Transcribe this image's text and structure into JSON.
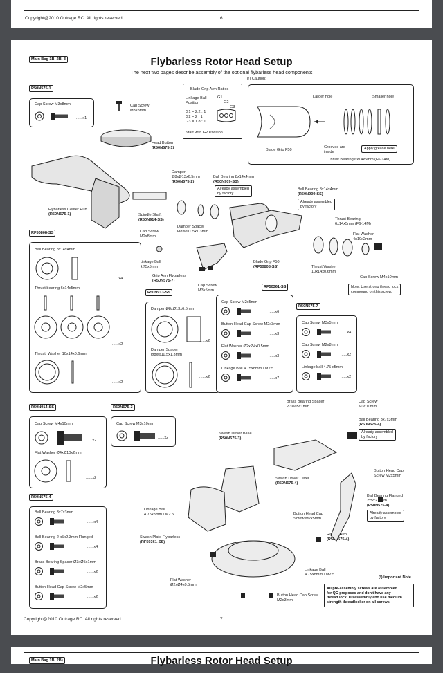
{
  "prev_page": {
    "footer_left": "Copyright@2010 Outrage RC. All rights reserved",
    "footer_page": "6"
  },
  "main": {
    "bag_tag": "Main Bag 1B, 2B, 3",
    "title": "Flybarless Rotor Head Setup",
    "subtitle": "The next two pages describe assembly of the optional flybarless head components",
    "caution": "(!) Caution:",
    "ratio_box": {
      "title": "Blade Grip Arm Ratios",
      "pos_label": "Linkage Ball\nPosition",
      "g_labels": [
        "G1",
        "G2",
        "G3"
      ],
      "ratios": "G1 = 2.2 : 1\nG2 = 2 : 1\nG3 = 1.8 : 1",
      "start": "Start with G2 Position"
    },
    "caution_box": {
      "larger_hole": "Larger hole",
      "smaller_hole": "Smaller hole",
      "blade_grip": "Blade Grip F50",
      "grooves": "Grooves are\ninside",
      "grease": "Apply grease here",
      "thrust": "Thrust Bearing 6x14x5mm (F6-14M)"
    },
    "part_labels": {
      "r50n575_1": "R50N575-1",
      "cap_screw_m3x8_small": "Cap Screw M3x8mm",
      "qty_x1": "......x1",
      "cap_screw_m3x8": "Cap Screw\nM3x8mm",
      "head_button": "Head Button",
      "head_button_code": "(R50N575-1)",
      "damper": "Damper\nØ8xØ13x6.5mm",
      "damper_code": "(R50N575-2)",
      "ball_bearing_top": "Ball Bearing 8x14x4mm",
      "ball_bearing_top_code": "(R50N909-SS)",
      "already_1": "Already assembled\nby factory",
      "ball_bearing_right": "Ball Bearing 8x14x4mm",
      "ball_bearing_right_code": "(R50N909-SS)",
      "already_2": "Already assembled\nby factory",
      "center_hub": "Flybarless Center Hub",
      "center_hub_code": "(R50N575-1)",
      "spindle": "Spindle Shaft",
      "spindle_code": "(R50N914-SS)",
      "damper_spacer": "Damper Spacer\nØ8xØ11.5x1.3mm",
      "thrust_bearing": "Thrust Bearing\n6x14x5mm (F6-14M)",
      "flat_washer": "Flat Washer\n4x10x2mm",
      "cap_screw_m2x8": "Cap Screw\nM2x8mm",
      "linkage_ball": "Linkage Ball\n4.75x5mm",
      "blade_grip": "Blade Grip F50",
      "blade_grip_code": "(RF50808-SS)",
      "thrust_washer": "Thrust Washer\n10x14x0.6mm",
      "cap_screw_m4x10": "Cap Screw M4x10mm",
      "grip_arm": "Grip Arm Flybarless",
      "grip_arm_code": "(R50N575-7)",
      "cap_screw_m3x5": "Cap Screw\nM3x5mm",
      "note": "Note: Use strong thread lock\ncompound on this screw."
    },
    "rf50808": {
      "tag": "RF50808-SS",
      "ball_bearing": "Ball Bearing 8x14x4mm",
      "thrust_bearing": "Thrust bearing 6x14x5mm",
      "thrust_washer": "Thrust  Washer 10x14x0.6mm",
      "qty_x4": "......x4",
      "qty_x2a": "......x2",
      "qty_x2b": "......x2"
    },
    "r50n913": {
      "tag": "R50N913-SS",
      "damper": "Damper Ø8xØ13x6.5mm",
      "spacer": "Damper Spacer\nØ8xØ11.5x1.3mm",
      "qty_a": "......x2",
      "qty_b": "......x2"
    },
    "rf50361": {
      "tag": "RF50361-SS",
      "items": [
        "Cap Screw M2x5mm",
        "Button Head Cap Screw M2x3mm",
        "Flat Washer Ø2xØ4x0.5mm",
        "Linkage Ball 4.75x8mm / M2.5"
      ],
      "qtys": [
        "......x6",
        "......x3",
        "......x3",
        "......x7"
      ]
    },
    "r50n575_7": {
      "tag": "R50N575-7",
      "items": [
        "Cap Screw M3x5mm",
        "Cap Screw M2x8mm",
        "Linkage ball 4.75 x5mm"
      ],
      "qtys": [
        "......x4",
        "......x2",
        "......x2"
      ]
    },
    "r50n914": {
      "tag": "R50N914-SS",
      "items": [
        "Cap Screw M4x10mm",
        "Flat Washer Ø4xØ10x2mm"
      ],
      "qtys": [
        "......x2",
        "......x2"
      ]
    },
    "r50n575_3": {
      "tag": "R50N575-3",
      "item": "Cap Screw M3x10mm",
      "qty": "......x2"
    },
    "r50n575_4": {
      "tag": "R50N575-4",
      "items": [
        "Ball Bearing 3x7x3mm",
        "Ball Bearing 2 x5x2.3mm Flanged",
        "Brass Bearing Spacer Ø3xØ5x1mm",
        "Button Head Cap Screw M2x5mm"
      ],
      "qtys": [
        "......x4",
        "......x4",
        "......x2",
        "......x2"
      ]
    },
    "lower_labels": {
      "brass_spacer": "Brass Bearing Spacer\nØ3xØ5x1mm",
      "cap_screw_m3x10": "Cap Screw\nM3x10mm",
      "ball_bearing_3x7": "Ball Bearing 3x7x3mm",
      "ball_bearing_3x7_code": "(R50N575-4)",
      "already_3": "Already assembled\nby factory",
      "swash_driver_base": "Swash Driver Base",
      "swash_driver_base_code": "(R50N575-3)",
      "button_head_m2x5_a": "Button Head Cap\nScrew M2x5mm",
      "swash_lever": "Swash Driver Lever",
      "swash_lever_code": "(R50N575-4)",
      "ball_bearing_flanged": "Ball Bearing Flanged\n2x5x2.3mm",
      "ball_bearing_flanged_code": "(R50N575-4)",
      "already_4": "Already assembled\nby factory",
      "linkage_ball_a": "Linkage Ball\n4.75x8mm / M2.5",
      "button_head_m2x5_b": "Button Head Cap\nScrew M2x5mm",
      "swash_plate": "Swash Plate Flybarless",
      "swash_plate_code": "(RF50361-SS)",
      "radius_arm": "Radius Arm",
      "radius_arm_code": "(R50N575-4)",
      "linkage_ball_b": "Linkage Ball\n4.75x8mm / M2.5",
      "important": "(!) Important Note",
      "flat_washer": "Flat Washer\nØ2xØ4x0.5mm",
      "button_head_m2x3": "Button Head Cap Screw\nM2x3mm"
    },
    "important_note": "All pre-assembly screws are assembled\nfor QC proposes and don't have any\nthread lock. Disassembly and use medium\nstrength threadlocker on all screws.",
    "footer_left": "Copyright@2010 Outrage RC. All rights reserved",
    "footer_page": "7"
  },
  "next_page": {
    "bag_tag": "Main Bag 1B, 2B)",
    "title": "Flybarless Rotor Head Setup"
  }
}
